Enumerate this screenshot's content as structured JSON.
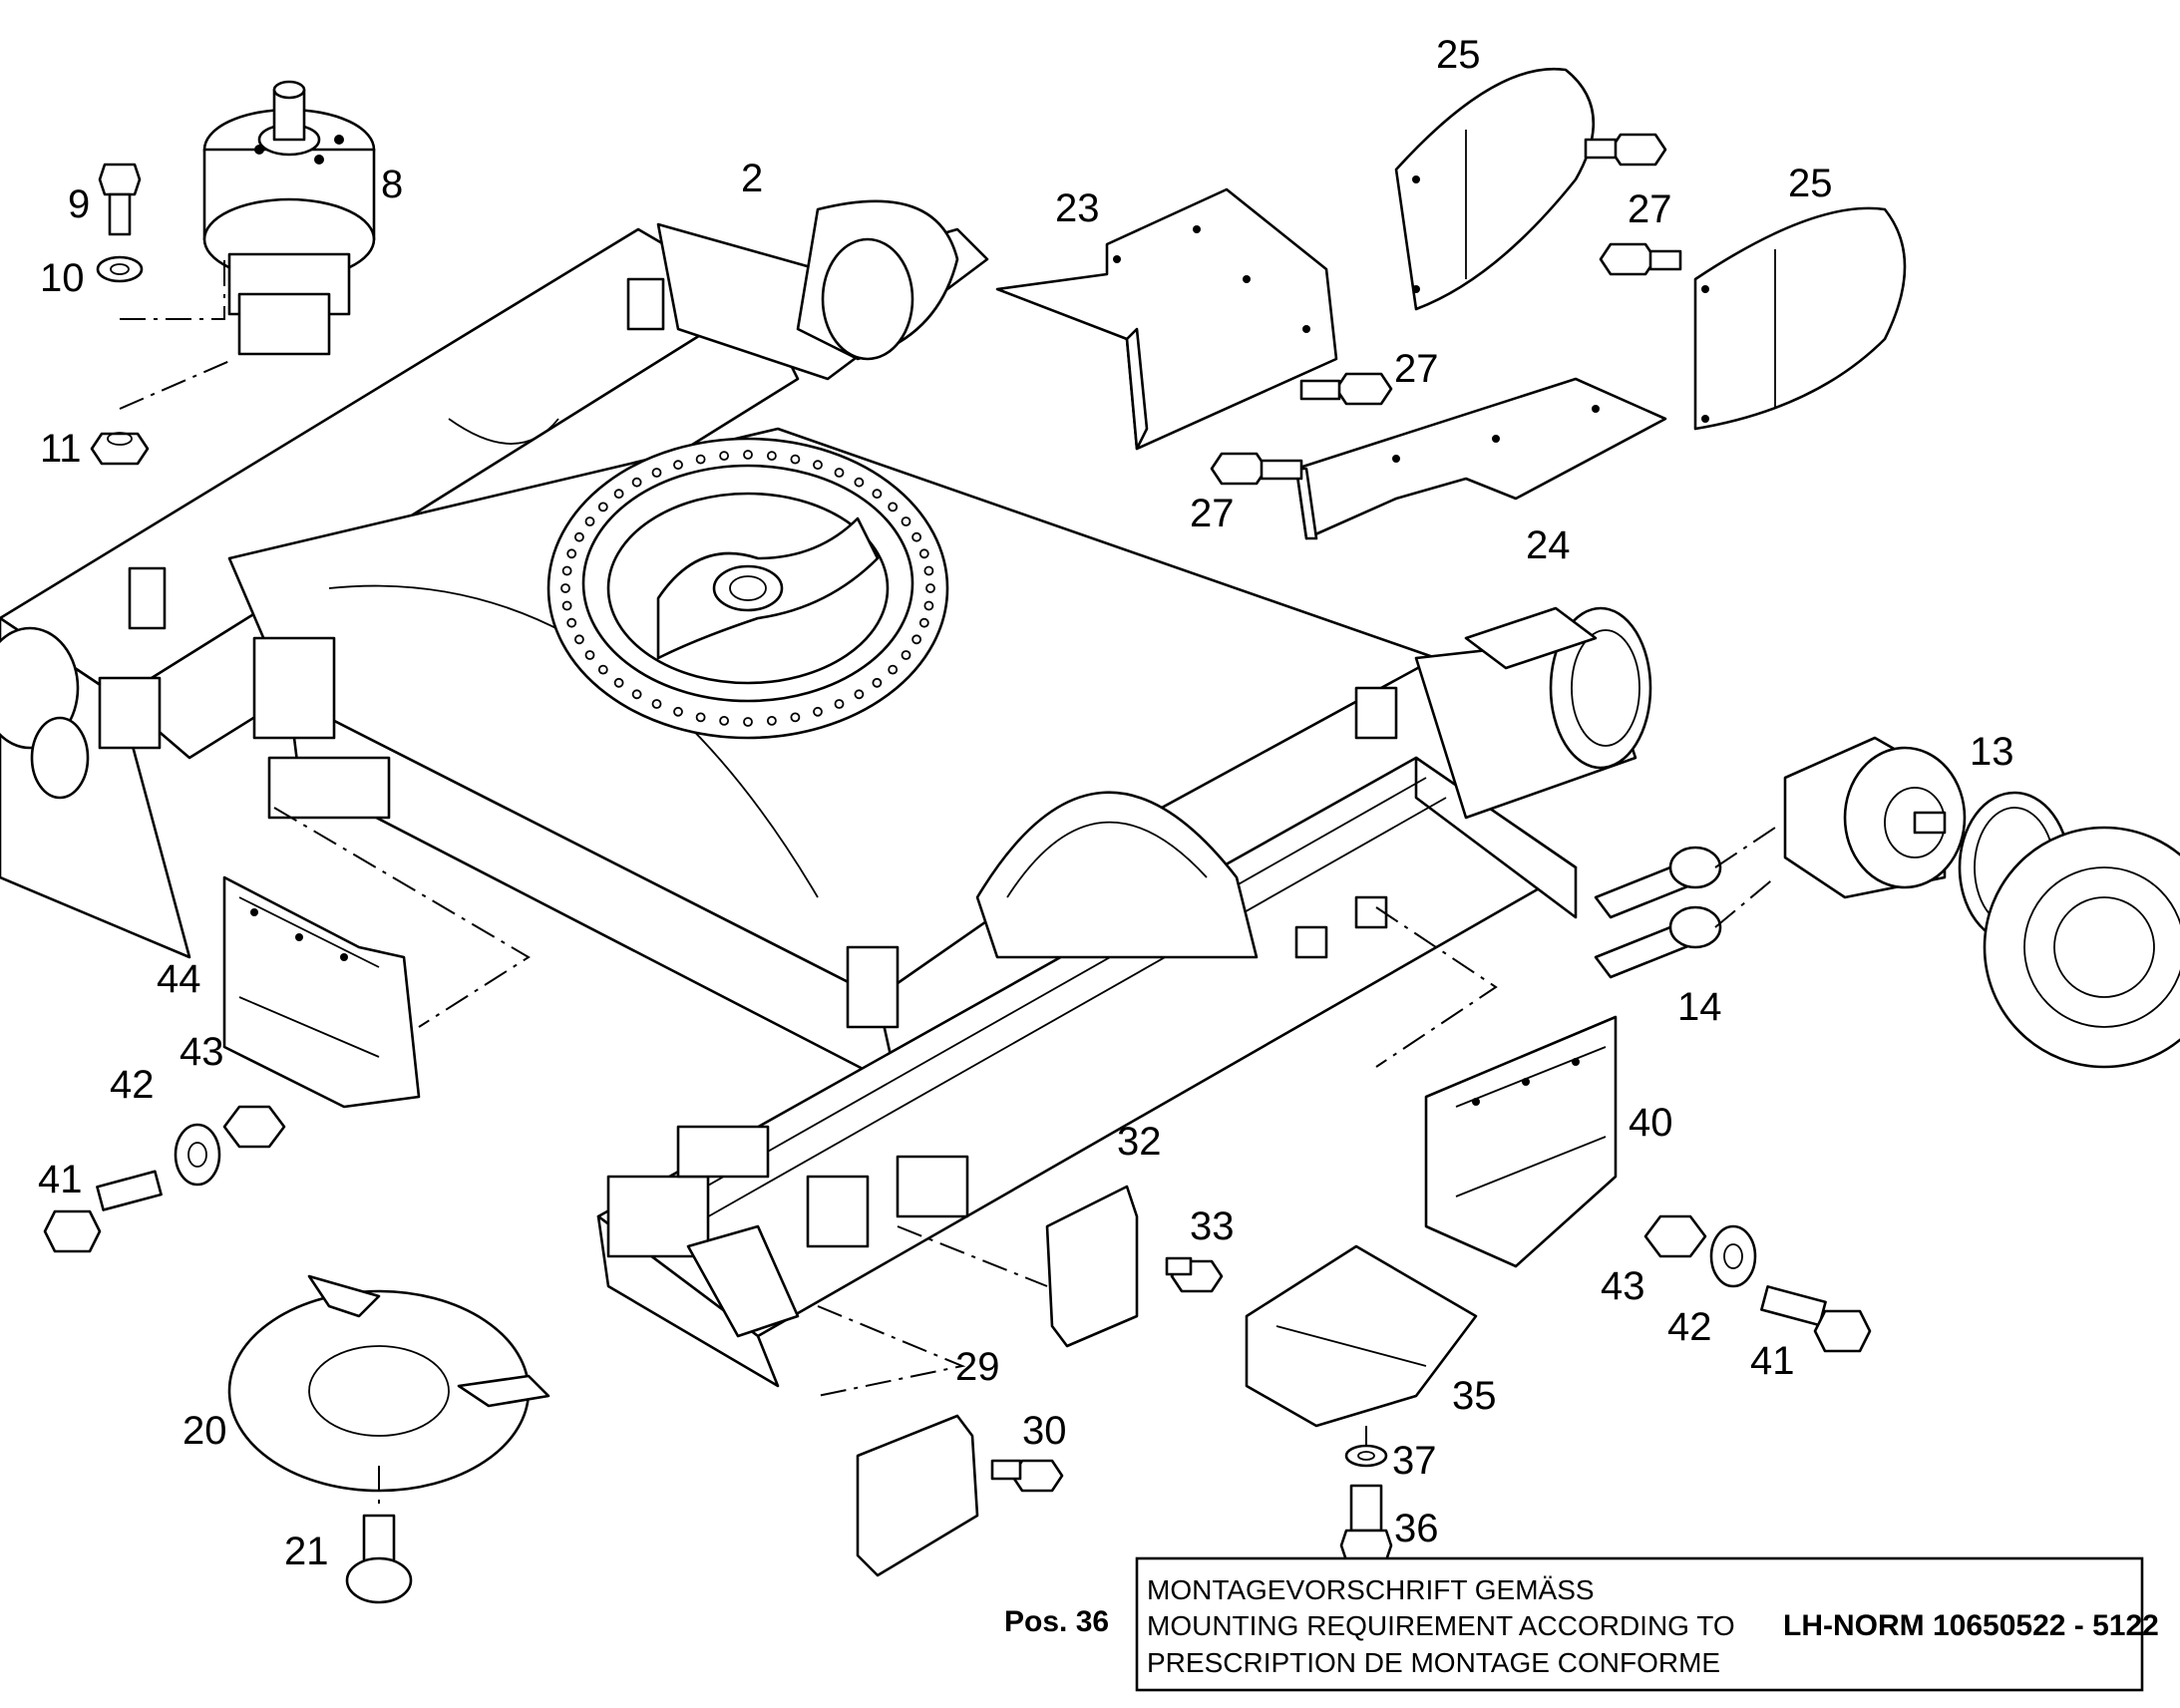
{
  "callouts": [
    {
      "id": "2",
      "label": "2"
    },
    {
      "id": "8",
      "label": "8"
    },
    {
      "id": "9",
      "label": "9"
    },
    {
      "id": "10",
      "label": "10"
    },
    {
      "id": "11",
      "label": "11"
    },
    {
      "id": "13",
      "label": "13"
    },
    {
      "id": "14",
      "label": "14"
    },
    {
      "id": "20",
      "label": "20"
    },
    {
      "id": "21",
      "label": "21"
    },
    {
      "id": "23",
      "label": "23"
    },
    {
      "id": "24",
      "label": "24"
    },
    {
      "id": "25a",
      "label": "25"
    },
    {
      "id": "25b",
      "label": "25"
    },
    {
      "id": "27a",
      "label": "27"
    },
    {
      "id": "27b",
      "label": "27"
    },
    {
      "id": "27c",
      "label": "27"
    },
    {
      "id": "29",
      "label": "29"
    },
    {
      "id": "30",
      "label": "30"
    },
    {
      "id": "32",
      "label": "32"
    },
    {
      "id": "33",
      "label": "33"
    },
    {
      "id": "35",
      "label": "35"
    },
    {
      "id": "36",
      "label": "36"
    },
    {
      "id": "37",
      "label": "37"
    },
    {
      "id": "40",
      "label": "40"
    },
    {
      "id": "41a",
      "label": "41"
    },
    {
      "id": "41b",
      "label": "41"
    },
    {
      "id": "42a",
      "label": "42"
    },
    {
      "id": "42b",
      "label": "42"
    },
    {
      "id": "43a",
      "label": "43"
    },
    {
      "id": "43b",
      "label": "43"
    },
    {
      "id": "44",
      "label": "44"
    }
  ],
  "note": {
    "pos_label": "Pos. 36",
    "lines": [
      "MONTAGEVORSCHRIFT GEMÄSS",
      "MOUNTING REQUIREMENT ACCORDING TO",
      "PRESCRIPTION DE MONTAGE CONFORME"
    ],
    "norm": "LH-NORM 10650522 - 5122"
  }
}
